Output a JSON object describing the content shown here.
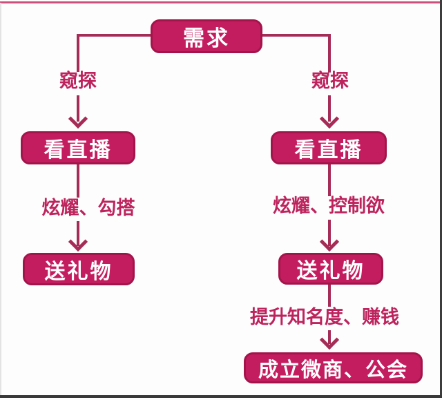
{
  "flowchart": {
    "root": {
      "label": "需求"
    },
    "left_branch": {
      "edge1_label": "窥探",
      "node1": "看直播",
      "edge2_label": "炫耀、勾搭",
      "node2": "送礼物"
    },
    "right_branch": {
      "edge1_label": "窥探",
      "node1": "看直播",
      "edge2_label": "炫耀、控制欲",
      "node2": "送礼物",
      "edge3_label": "提升知名度、赚钱",
      "node3": "成立微商、公会"
    },
    "colors": {
      "node_fill": "#c41d5f",
      "node_border": "#a2154a",
      "node_text": "#ffffff",
      "connector": "#a52c56",
      "edge_label_text": "#bd235c",
      "page_top_line": "#cc4f7c",
      "page_dark_edge": "#3c3c3c",
      "background": "#fdfdfd"
    }
  }
}
